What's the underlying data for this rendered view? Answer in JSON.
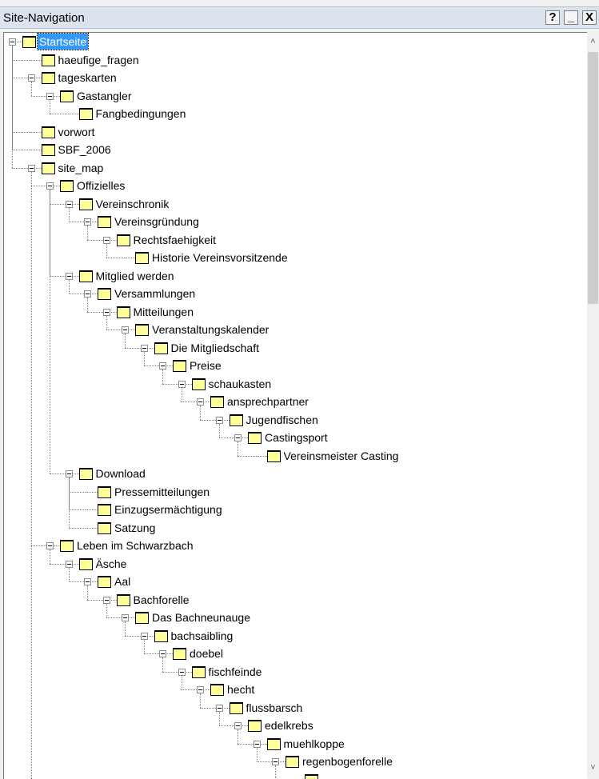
{
  "window": {
    "title": "Site-Navigation",
    "help_label": "?",
    "minimize_label": "_",
    "close_label": "X"
  },
  "tree": {
    "selected_index": 0,
    "nodes": [
      {
        "label": "Startseite",
        "depth": 0,
        "expanded": true
      },
      {
        "label": "haeufige_fragen",
        "depth": 1,
        "expanded": false
      },
      {
        "label": "tageskarten",
        "depth": 1,
        "expanded": true
      },
      {
        "label": "Gastangler",
        "depth": 2,
        "expanded": true
      },
      {
        "label": "Fangbedingungen",
        "depth": 3,
        "expanded": false
      },
      {
        "label": "vorwort",
        "depth": 1,
        "expanded": false
      },
      {
        "label": "SBF_2006",
        "depth": 1,
        "expanded": false
      },
      {
        "label": "site_map",
        "depth": 1,
        "expanded": true
      },
      {
        "label": "Offizielles",
        "depth": 2,
        "expanded": true
      },
      {
        "label": "Vereinschronik",
        "depth": 3,
        "expanded": true
      },
      {
        "label": "Vereinsgründung",
        "depth": 4,
        "expanded": true
      },
      {
        "label": "Rechtsfaehigkeit",
        "depth": 5,
        "expanded": true
      },
      {
        "label": "Historie Vereinsvorsitzende",
        "depth": 6,
        "expanded": false
      },
      {
        "label": "Mitglied werden",
        "depth": 3,
        "expanded": true
      },
      {
        "label": "Versammlungen",
        "depth": 4,
        "expanded": true
      },
      {
        "label": "Mitteilungen",
        "depth": 5,
        "expanded": true
      },
      {
        "label": "Veranstaltungskalender",
        "depth": 6,
        "expanded": true
      },
      {
        "label": "Die Mitgliedschaft",
        "depth": 7,
        "expanded": true
      },
      {
        "label": "Preise",
        "depth": 8,
        "expanded": true
      },
      {
        "label": "schaukasten",
        "depth": 9,
        "expanded": true
      },
      {
        "label": "ansprechpartner",
        "depth": 10,
        "expanded": true
      },
      {
        "label": "Jugendfischen",
        "depth": 11,
        "expanded": true
      },
      {
        "label": "Castingsport",
        "depth": 12,
        "expanded": true
      },
      {
        "label": "Vereinsmeister Casting",
        "depth": 13,
        "expanded": false
      },
      {
        "label": "Download",
        "depth": 3,
        "expanded": true
      },
      {
        "label": "Pressemitteilungen",
        "depth": 4,
        "expanded": false
      },
      {
        "label": "Einzugsermächtigung",
        "depth": 4,
        "expanded": false
      },
      {
        "label": "Satzung",
        "depth": 4,
        "expanded": false
      },
      {
        "label": "Leben im Schwarzbach",
        "depth": 2,
        "expanded": true
      },
      {
        "label": "Äsche",
        "depth": 3,
        "expanded": true
      },
      {
        "label": "Aal",
        "depth": 4,
        "expanded": true
      },
      {
        "label": "Bachforelle",
        "depth": 5,
        "expanded": true
      },
      {
        "label": "Das Bachneunauge",
        "depth": 6,
        "expanded": true
      },
      {
        "label": "bachsaibling",
        "depth": 7,
        "expanded": true
      },
      {
        "label": "doebel",
        "depth": 8,
        "expanded": true
      },
      {
        "label": "fischfeinde",
        "depth": 9,
        "expanded": true
      },
      {
        "label": "hecht",
        "depth": 10,
        "expanded": true
      },
      {
        "label": "flussbarsch",
        "depth": 11,
        "expanded": true
      },
      {
        "label": "edelkrebs",
        "depth": 12,
        "expanded": true
      },
      {
        "label": "muehlkoppe",
        "depth": 13,
        "expanded": true
      },
      {
        "label": "regenbogenforelle",
        "depth": 14,
        "expanded": true
      },
      {
        "label": "",
        "depth": 15,
        "expanded": false
      }
    ]
  },
  "colors": {
    "folder_fill": "#ffff99",
    "selection": "#3399ff"
  }
}
